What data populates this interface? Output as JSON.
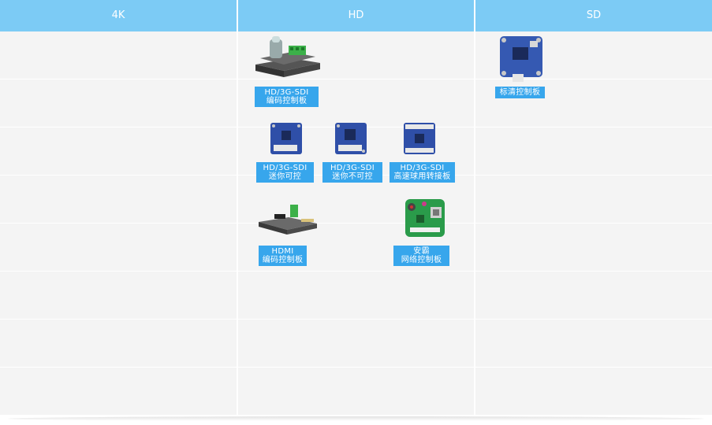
{
  "header": {
    "col_4k": "4K",
    "col_hd": "HD",
    "col_sd": "SD"
  },
  "products": {
    "hd_sdi_encoder": {
      "line1": "HD/3G-SDI",
      "line2": "编码控制板"
    },
    "hd_sdi_mini_controllable": {
      "line1": "HD/3G-SDI",
      "line2": "迷你可控"
    },
    "hd_sdi_mini_uncontrollable": {
      "line1": "HD/3G-SDI",
      "line2": "迷你不可控"
    },
    "hd_sdi_speed_dome": {
      "line1": "HD/3G-SDI",
      "line2": "高速球用转接板"
    },
    "hdmi_encoder": {
      "line1": "HDMI",
      "line2": "编码控制板"
    },
    "anba_network": {
      "line1": "安霸",
      "line2": "网络控制板"
    },
    "sd_control": {
      "line1": "标清控制板"
    }
  },
  "colors": {
    "header_bg": "#7ccbf5",
    "label_bg": "#37a6ec",
    "row_bg": "#f4f4f4"
  }
}
